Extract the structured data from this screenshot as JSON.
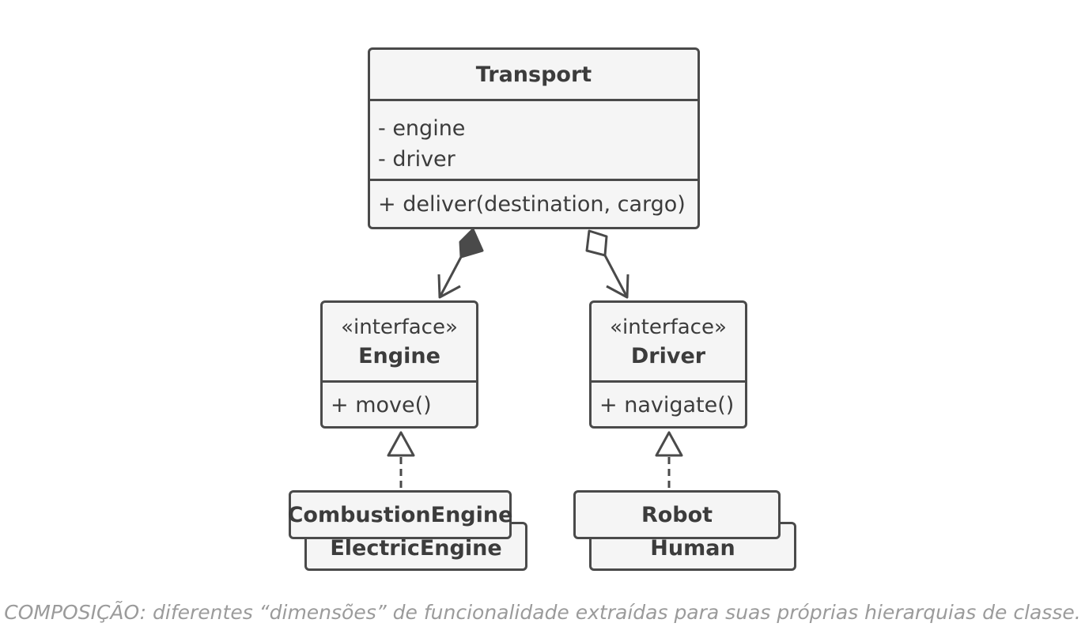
{
  "transport": {
    "name": "Transport",
    "fields": [
      "- engine",
      "- driver"
    ],
    "methods": [
      "+ deliver(destination, cargo)"
    ]
  },
  "engine": {
    "stereotype": "«interface»",
    "name": "Engine",
    "methods": [
      "+ move()"
    ]
  },
  "driver": {
    "stereotype": "«interface»",
    "name": "Driver",
    "methods": [
      "+ navigate()"
    ]
  },
  "engine_impls": [
    "CombustionEngine",
    "ElectricEngine"
  ],
  "driver_impls": [
    "Robot",
    "Human"
  ],
  "relations": [
    {
      "from": "Transport",
      "to": "Engine",
      "type": "composition"
    },
    {
      "from": "Transport",
      "to": "Driver",
      "type": "aggregation"
    },
    {
      "from": "CombustionEngine",
      "to": "Engine",
      "type": "realization"
    },
    {
      "from": "Robot",
      "to": "Driver",
      "type": "realization"
    }
  ],
  "caption": "COMPOSIÇÃO: diferentes “dimensões” de funcionalidade extraídas para suas próprias hierarquias de classe.",
  "colors": {
    "stroke": "#4a4a4a",
    "fill": "#f5f5f5",
    "text": "#3c3c3c",
    "caption": "#9b9b9b"
  }
}
